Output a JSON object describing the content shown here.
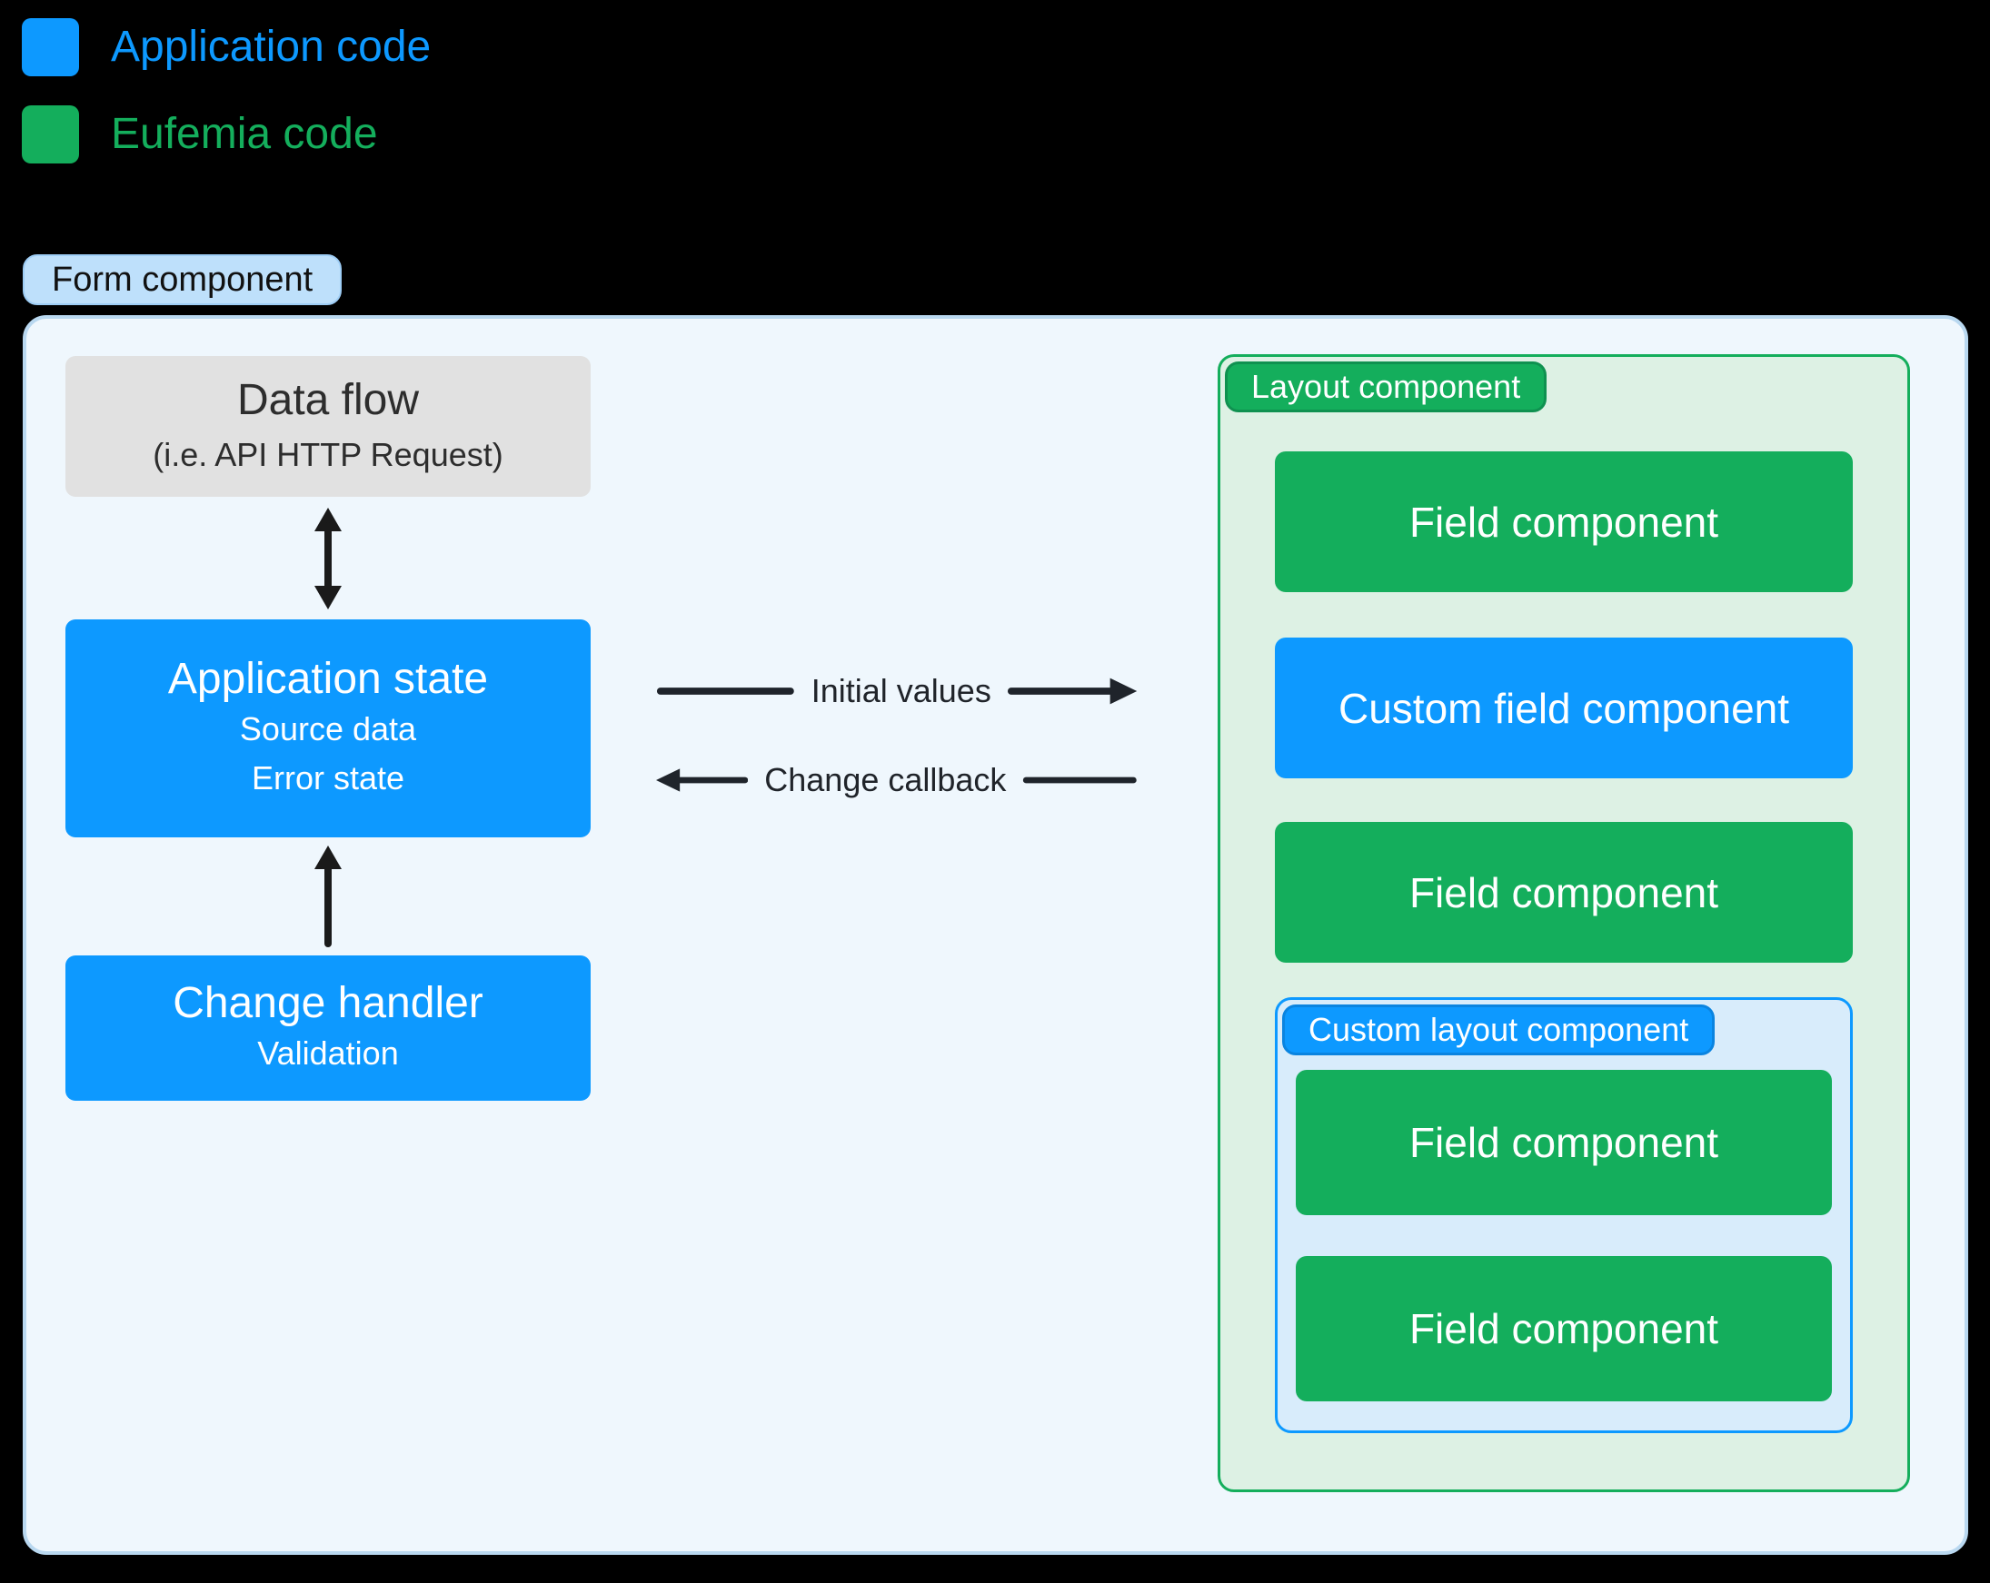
{
  "legend": {
    "items": [
      {
        "label": "Application code",
        "color": "#0d99ff"
      },
      {
        "label": "Eufemia code",
        "color": "#14ae5c"
      }
    ]
  },
  "form_component": {
    "badge": "Form component"
  },
  "left_flow": {
    "data_flow": {
      "title": "Data flow",
      "subtitle": "(i.e. API HTTP Request)"
    },
    "application_state": {
      "title": "Application state",
      "line1": "Source data",
      "line2": "Error state"
    },
    "change_handler": {
      "title": "Change handler",
      "line1": "Validation"
    }
  },
  "connectors": {
    "initial_values": "Initial values",
    "change_callback": "Change callback"
  },
  "layout_component": {
    "badge": "Layout component",
    "field_1": "Field component",
    "custom_field": "Custom field component",
    "field_2": "Field component",
    "custom_layout": {
      "badge": "Custom layout component",
      "field_1": "Field component",
      "field_2": "Field component"
    }
  },
  "colors": {
    "application_blue": "#0d99ff",
    "eufemia_green": "#14ae5c",
    "canvas_black": "#000000",
    "form_bg": "#eff7fd",
    "form_border": "#b9d8f0",
    "form_badge_bg": "#bee0fb",
    "layout_bg": "#ddf1e4",
    "custom_layout_bg": "#d8ecfb",
    "data_flow_gray": "#e1e1e1",
    "arrow_dark": "#20242a"
  }
}
